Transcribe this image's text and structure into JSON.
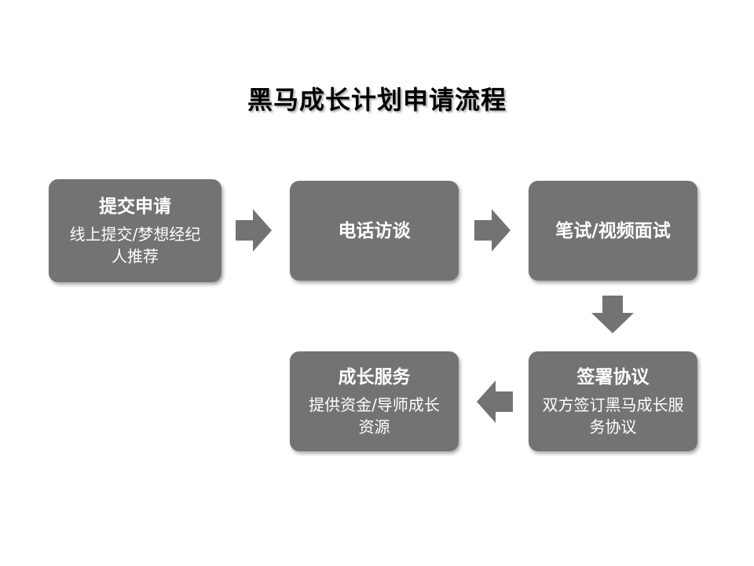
{
  "title": "黑马成长计划申请流程",
  "steps": [
    {
      "title": "提交申请",
      "desc": "线上提交/梦想经纪人推荐"
    },
    {
      "title": "电话访谈"
    },
    {
      "title": "笔试/视频面试"
    },
    {
      "title": "签署协议",
      "desc": "双方签订黑马成长服务协议"
    },
    {
      "title": "成长服务",
      "desc": "提供资金/导师成长资源"
    }
  ],
  "colors": {
    "box": "#737373",
    "arrow": "#737373",
    "text": "#ffffff"
  },
  "arrows": [
    "arrow-right-icon",
    "arrow-right-icon",
    "arrow-down-icon",
    "arrow-left-icon"
  ]
}
